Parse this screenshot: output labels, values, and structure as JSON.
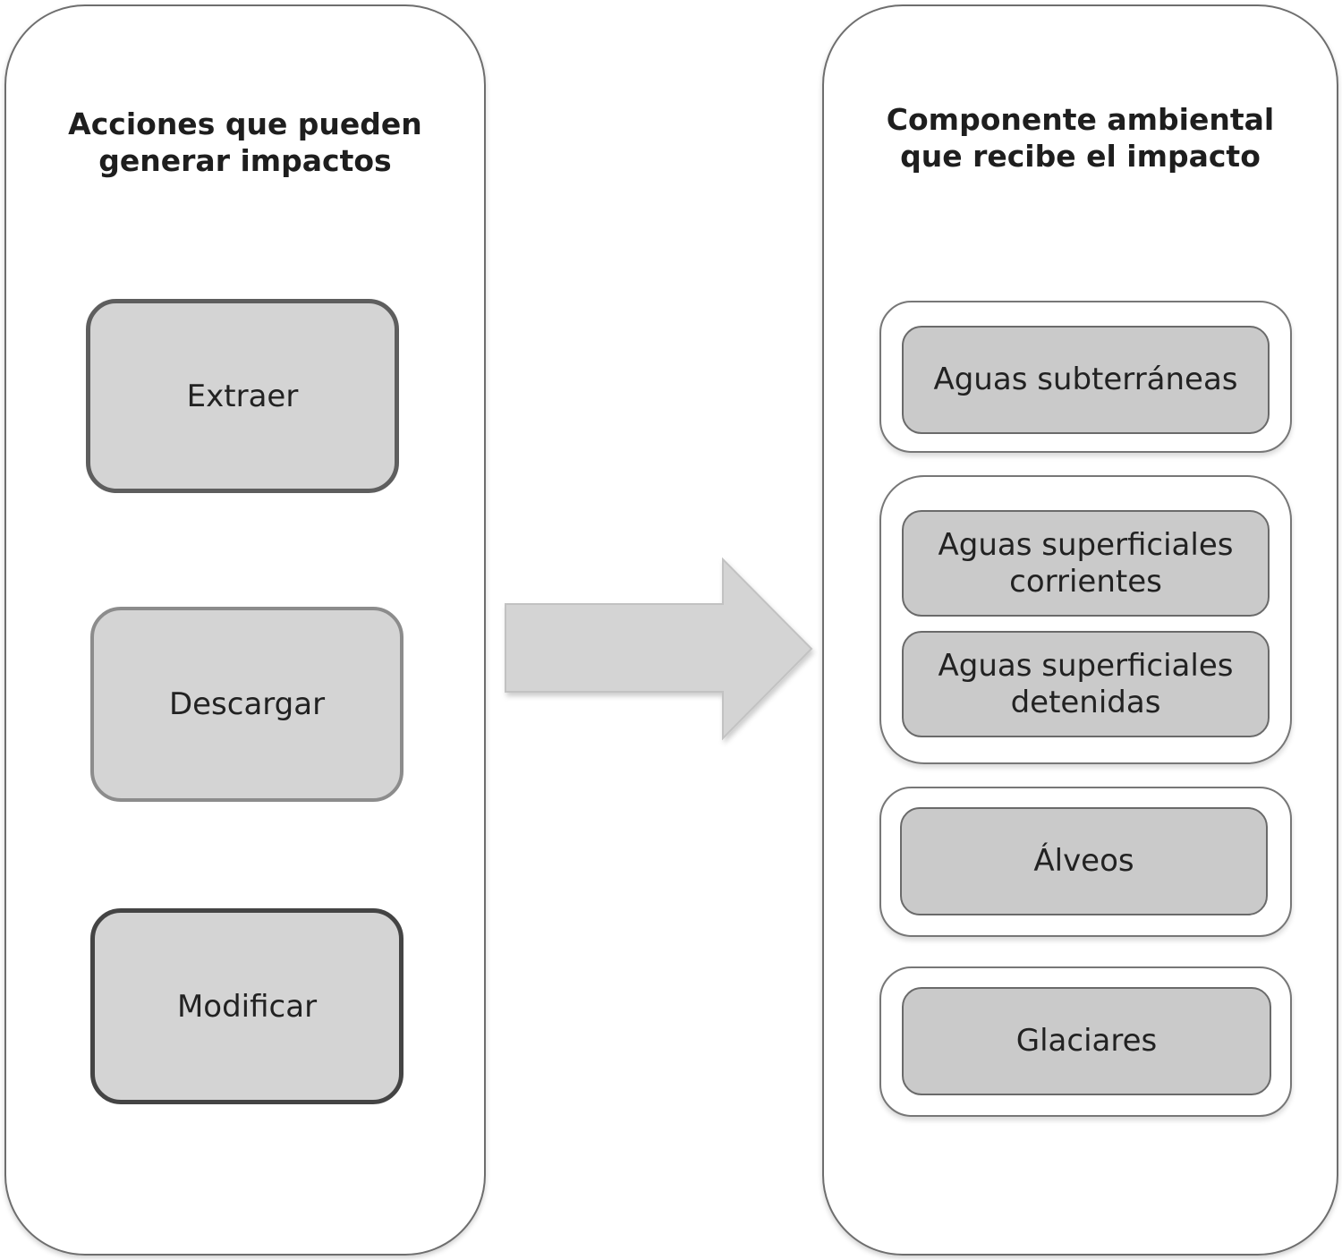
{
  "left_panel": {
    "title": "Acciones que pueden\ngenerar impactos",
    "actions": [
      {
        "label": "Extraer"
      },
      {
        "label": "Descargar"
      },
      {
        "label": "Modificar"
      }
    ]
  },
  "arrow": {
    "icon": "right-arrow-icon",
    "color": "#d4d4d4"
  },
  "right_panel": {
    "title": "Componente ambiental\nque recibe el impacto",
    "groups": [
      {
        "items": [
          {
            "label": "Aguas subterráneas"
          }
        ]
      },
      {
        "items": [
          {
            "label": "Aguas superficiales\ncorrientes"
          },
          {
            "label": "Aguas superficiales\ndetenidas"
          }
        ]
      },
      {
        "items": [
          {
            "label": "Álveos"
          }
        ]
      },
      {
        "items": [
          {
            "label": "Glaciares"
          }
        ]
      }
    ]
  },
  "colors": {
    "box_fill": "#d4d4d4",
    "item_fill": "#cacaca",
    "border": "#6e6e6e"
  }
}
